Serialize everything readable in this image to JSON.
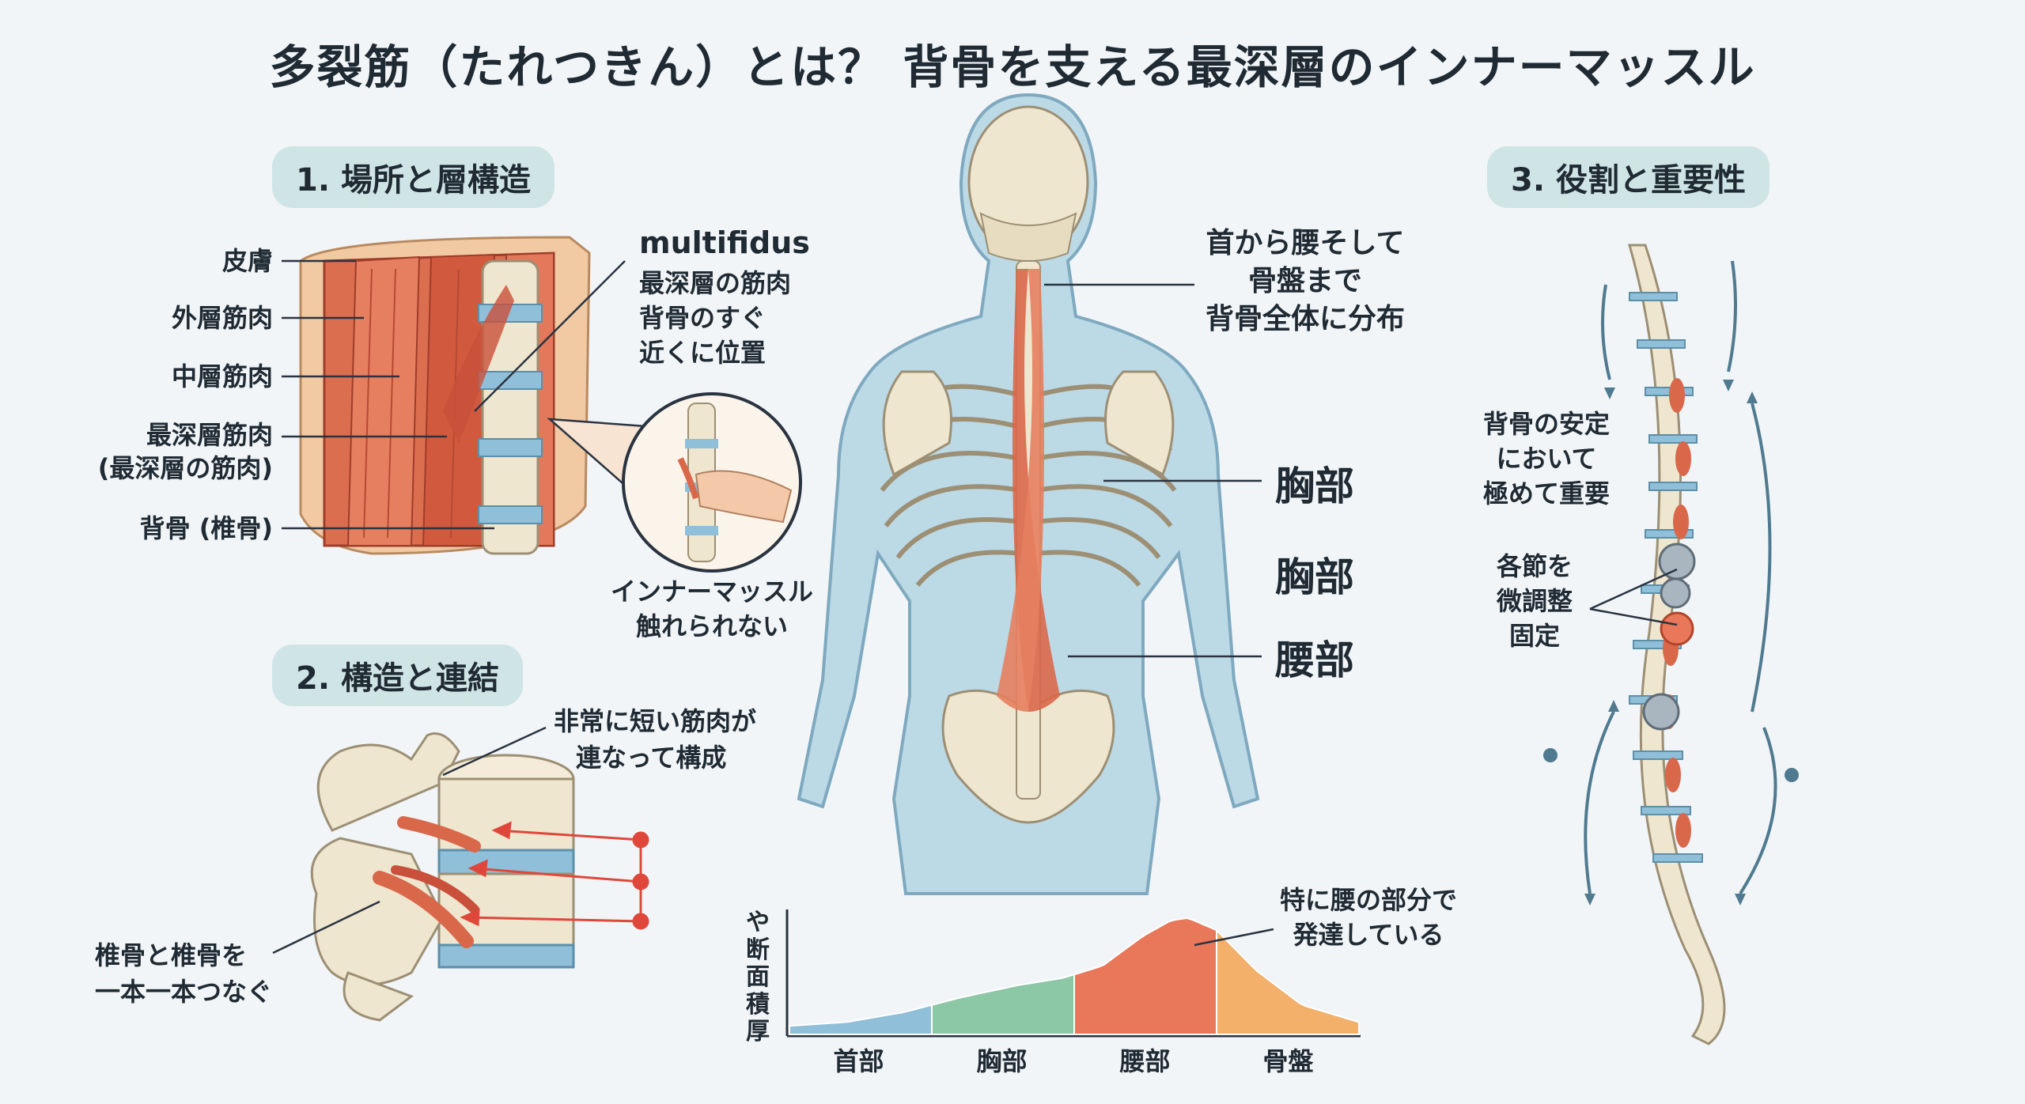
{
  "title": "多裂筋（たれつきん）とは？ 背骨を支える最深層のインナーマッスル",
  "section1": {
    "heading": "1. 場所と層構造",
    "layers": [
      "皮膚",
      "外層筋肉",
      "中層筋肉",
      "最深層筋肉",
      "(最深層の筋肉)",
      "背骨 (椎骨)"
    ],
    "muscle_name": "multifidus",
    "muscle_desc": [
      "最深層の筋肉",
      "背骨のすぐ",
      "近くに位置"
    ],
    "inner_note": [
      "インナーマッスル",
      "触れられない"
    ]
  },
  "section2": {
    "heading": "2. 構造と連結",
    "short_muscles": [
      "非常に短い筋肉が",
      "連なって構成"
    ],
    "connect": [
      "椎骨と椎骨を",
      "一本一本つなぐ"
    ]
  },
  "center": {
    "distribution": [
      "首から腰そして",
      "骨盤まで",
      "背骨全体に分布"
    ],
    "regions": [
      "胸部",
      "胸部",
      "腰部"
    ]
  },
  "chart_data": {
    "type": "area",
    "ylabel": [
      "や",
      "断",
      "面",
      "積",
      "厚"
    ],
    "categories": [
      "首部",
      "胸部",
      "腰部",
      "骨盤"
    ],
    "annotation": [
      "特に腰の部分で",
      "発達している"
    ],
    "profile": [
      {
        "x": 0.0,
        "y": 0.07
      },
      {
        "x": 0.1,
        "y": 0.1
      },
      {
        "x": 0.2,
        "y": 0.18
      },
      {
        "x": 0.3,
        "y": 0.3
      },
      {
        "x": 0.4,
        "y": 0.4
      },
      {
        "x": 0.48,
        "y": 0.46
      },
      {
        "x": 0.55,
        "y": 0.56
      },
      {
        "x": 0.62,
        "y": 0.8
      },
      {
        "x": 0.67,
        "y": 0.93
      },
      {
        "x": 0.7,
        "y": 0.95
      },
      {
        "x": 0.75,
        "y": 0.85
      },
      {
        "x": 0.82,
        "y": 0.52
      },
      {
        "x": 0.9,
        "y": 0.24
      },
      {
        "x": 1.0,
        "y": 0.1
      }
    ],
    "colors": [
      "#8fbfd9",
      "#8cc7a6",
      "#e9775a",
      "#f2b06a"
    ]
  },
  "section3": {
    "heading": "3. 役割と重要性",
    "stability": [
      "背骨の安定",
      "において",
      "極めて重要"
    ],
    "adjust": [
      "各節を",
      "微調整",
      "固定"
    ]
  },
  "colors": {
    "muscle": "#d9684a",
    "bone": "#efe6cf",
    "disc": "#8fbfd9",
    "body": "#bcd9e6",
    "line": "#2a3440",
    "arrow": "#4f7a8f",
    "red": "#e0473b"
  }
}
